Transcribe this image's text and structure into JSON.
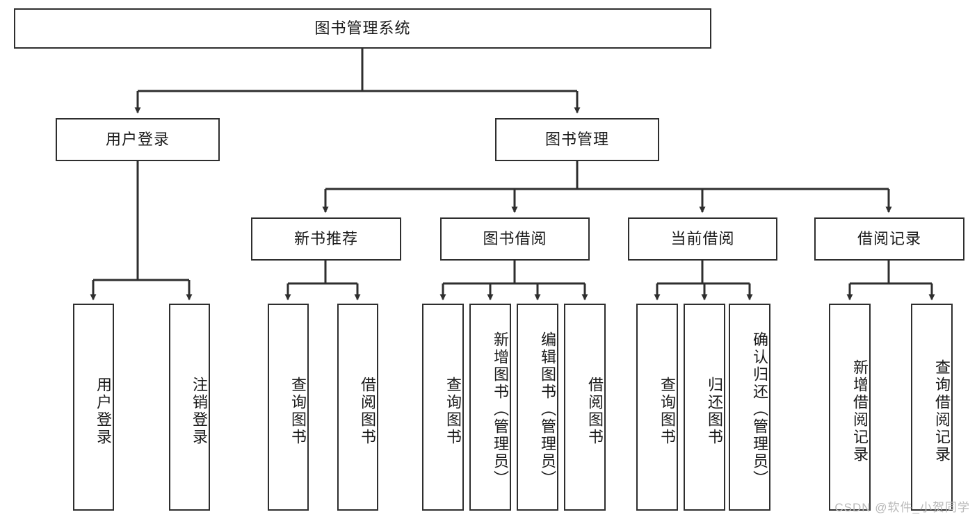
{
  "diagram": {
    "type": "tree-hierarchy",
    "title": "图书管理系统",
    "orientation": "top-down",
    "levels": [
      {
        "level": 1,
        "nodes": [
          {
            "id": "root",
            "label": "图书管理系统",
            "text_direction": "horizontal"
          }
        ]
      },
      {
        "level": 2,
        "nodes": [
          {
            "id": "login",
            "label": "用户登录",
            "text_direction": "horizontal",
            "parent": "root"
          },
          {
            "id": "bookmgmt",
            "label": "图书管理",
            "text_direction": "horizontal",
            "parent": "root"
          }
        ]
      },
      {
        "level": 3,
        "nodes": [
          {
            "id": "newbook",
            "label": "新书推荐",
            "text_direction": "horizontal",
            "parent": "bookmgmt"
          },
          {
            "id": "borrow",
            "label": "图书借阅",
            "text_direction": "horizontal",
            "parent": "bookmgmt"
          },
          {
            "id": "current",
            "label": "当前借阅",
            "text_direction": "horizontal",
            "parent": "bookmgmt"
          },
          {
            "id": "records",
            "label": "借阅记录",
            "text_direction": "horizontal",
            "parent": "bookmgmt"
          }
        ]
      },
      {
        "level": 4,
        "nodes": [
          {
            "id": "leaf1",
            "label": "用户登录",
            "text_direction": "vertical",
            "parent": "login"
          },
          {
            "id": "leaf2",
            "label": "注销登录",
            "text_direction": "vertical",
            "parent": "login"
          },
          {
            "id": "leaf3",
            "label": "查询图书",
            "text_direction": "vertical",
            "parent": "newbook"
          },
          {
            "id": "leaf4",
            "label": "借阅图书",
            "text_direction": "vertical",
            "parent": "newbook"
          },
          {
            "id": "leaf5",
            "label": "查询图书",
            "text_direction": "vertical",
            "parent": "borrow"
          },
          {
            "id": "leaf6",
            "label": "新增图书（管理员）",
            "text_direction": "vertical",
            "parent": "borrow"
          },
          {
            "id": "leaf7",
            "label": "编辑图书（管理员）",
            "text_direction": "vertical",
            "parent": "borrow"
          },
          {
            "id": "leaf8",
            "label": "借阅图书",
            "text_direction": "vertical",
            "parent": "borrow"
          },
          {
            "id": "leaf9",
            "label": "查询图书",
            "text_direction": "vertical",
            "parent": "current"
          },
          {
            "id": "leaf10",
            "label": "归还图书",
            "text_direction": "vertical",
            "parent": "current"
          },
          {
            "id": "leaf11",
            "label": "确认归还（管理员）",
            "text_direction": "vertical",
            "parent": "current"
          },
          {
            "id": "leaf12",
            "label": "新增借阅记录",
            "text_direction": "vertical",
            "parent": "records"
          },
          {
            "id": "leaf13",
            "label": "查询借阅记录",
            "text_direction": "vertical",
            "parent": "records"
          }
        ]
      }
    ],
    "colors": {
      "border": "#2e2e2e",
      "connector": "#2e2e2e",
      "background": "#ffffff",
      "text": "#1a1a1a",
      "watermark": "#b9b9b9"
    }
  },
  "watermark": {
    "text": "CSDN @软件_小贺同学"
  }
}
